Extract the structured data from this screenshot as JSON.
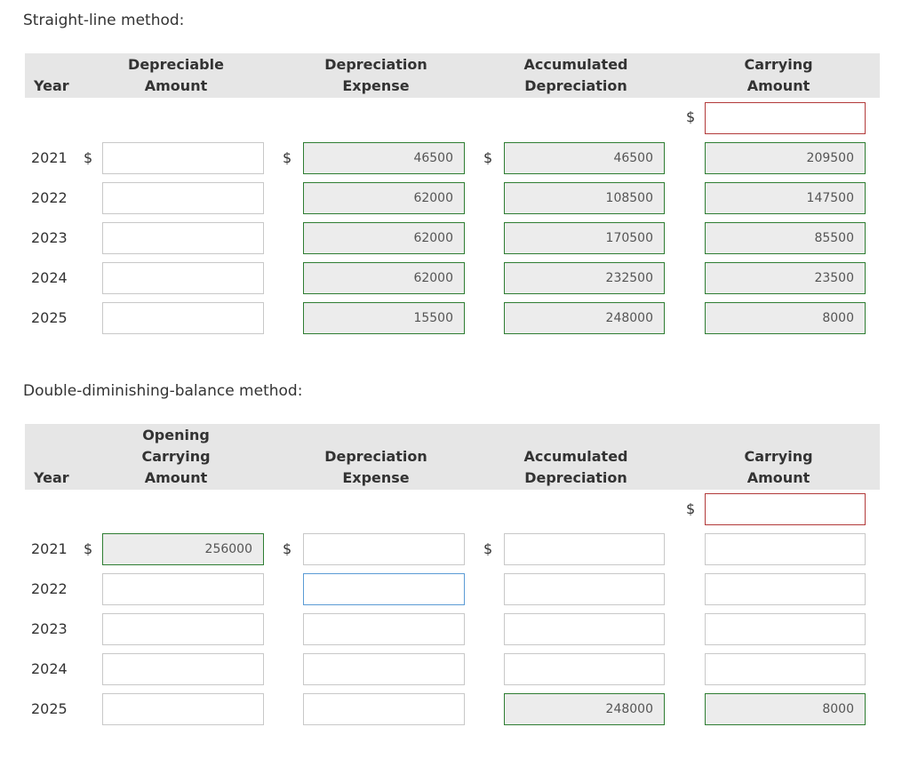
{
  "straight_line": {
    "title": "Straight-line method:",
    "headers": {
      "year": "Year",
      "depreciable": "Depreciable\nAmount",
      "expense": "Depreciation\nExpense",
      "accumulated": "Accumulated\nDepreciation",
      "carrying": "Carrying\nAmount"
    },
    "currency": "$",
    "opening_carrying": "",
    "rows": [
      {
        "year": "2021",
        "depreciable": "",
        "expense": "46500",
        "accumulated": "46500",
        "carrying": "209500"
      },
      {
        "year": "2022",
        "depreciable": "",
        "expense": "62000",
        "accumulated": "108500",
        "carrying": "147500"
      },
      {
        "year": "2023",
        "depreciable": "",
        "expense": "62000",
        "accumulated": "170500",
        "carrying": "85500"
      },
      {
        "year": "2024",
        "depreciable": "",
        "expense": "62000",
        "accumulated": "232500",
        "carrying": "23500"
      },
      {
        "year": "2025",
        "depreciable": "",
        "expense": "15500",
        "accumulated": "248000",
        "carrying": "8000"
      }
    ]
  },
  "ddb": {
    "title": "Double-diminishing-balance method:",
    "headers": {
      "year": "Year",
      "opening": "Opening\nCarrying\nAmount",
      "expense": "Depreciation\nExpense",
      "accumulated": "Accumulated\nDepreciation",
      "carrying": "Carrying\nAmount"
    },
    "currency": "$",
    "opening_carrying": "",
    "rows": [
      {
        "year": "2021",
        "opening": "256000",
        "expense": "",
        "accumulated": "",
        "carrying": ""
      },
      {
        "year": "2022",
        "opening": "",
        "expense": "",
        "accumulated": "",
        "carrying": ""
      },
      {
        "year": "2023",
        "opening": "",
        "expense": "",
        "accumulated": "",
        "carrying": ""
      },
      {
        "year": "2024",
        "opening": "",
        "expense": "",
        "accumulated": "",
        "carrying": ""
      },
      {
        "year": "2025",
        "opening": "",
        "expense": "",
        "accumulated": "248000",
        "carrying": "8000"
      }
    ]
  },
  "colors": {
    "correct_border": "#2e7d32",
    "incorrect_border": "#b23a3a",
    "focus_border": "#5b9bd5",
    "header_bg": "#e6e6e6"
  }
}
